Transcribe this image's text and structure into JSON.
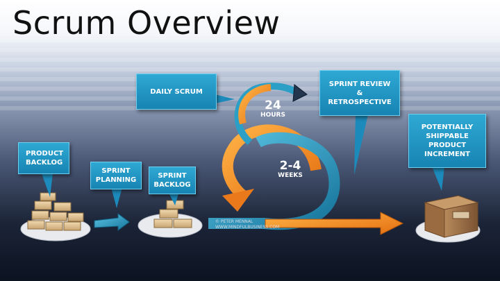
{
  "title": "Scrum Overview",
  "callouts": {
    "daily_scrum": "DAILY SCRUM",
    "sprint_review_1": "SPRINT REVIEW",
    "sprint_review_2": "&",
    "sprint_review_3": "RETROSPECTIVE",
    "product_backlog_1": "PRODUCT",
    "product_backlog_2": "BACKLOG",
    "sprint_planning_1": "SPRINT",
    "sprint_planning_2": "PLANNING",
    "sprint_backlog_1": "SPRINT",
    "sprint_backlog_2": "BACKLOG",
    "increment_1": "POTENTIALLY",
    "increment_2": "SHIPPABLE",
    "increment_3": "PRODUCT",
    "increment_4": "INCREMENT"
  },
  "cycle": {
    "daily_value": "24",
    "daily_unit": "HOURS",
    "sprint_value": "2-4",
    "sprint_unit": "WEEKS"
  },
  "credit": {
    "line1": "© PETER MENNAL",
    "line2": "WWW.MINDFULBUSINESS.COM"
  },
  "colors": {
    "callout_blue": "#1f93c2",
    "orange": "#f08a24",
    "teal": "#2a9bc0"
  }
}
